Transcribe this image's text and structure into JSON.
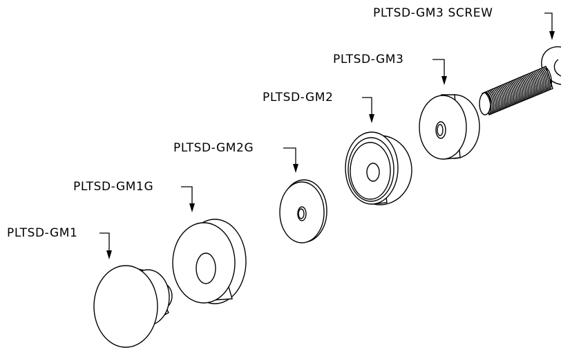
{
  "diagram": {
    "colors": {
      "line": "#000000",
      "background": "#ffffff"
    },
    "callouts": {
      "gm1": "PLTSD-GM1",
      "gm1g": "PLTSD-GM1G",
      "gm2g": "PLTSD-GM2G",
      "gm2": "PLTSD-GM2",
      "gm3": "PLTSD-GM3",
      "gm3_screw": "PLTSD-GM3 SCREW"
    }
  }
}
